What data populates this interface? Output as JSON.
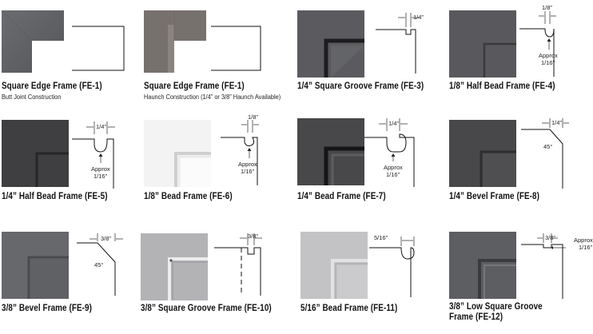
{
  "frames": [
    {
      "title": "Square Edge Frame (FE-1)",
      "subtitle": "Butt Joint Construction"
    },
    {
      "title": "Square Edge Frame (FE-1)",
      "subtitle": "Haunch Construction (1/4” or 3/8” Haunch Available)"
    },
    {
      "title": "1/4” Square Groove Frame (FE-3)",
      "dim": "1/4”"
    },
    {
      "title": "1/8” Half Bead Frame (FE-4)",
      "dim": "1/8”",
      "approx": "Approx",
      "approx_val": "1/16”"
    },
    {
      "title": "1/4” Half Bead Frame (FE-5)",
      "dim": "1/4”",
      "approx": "Approx",
      "approx_val": "1/16”"
    },
    {
      "title": "1/8” Bead Frame (FE-6)",
      "dim": "1/8”",
      "approx": "Approx",
      "approx_val": "1/16”"
    },
    {
      "title": "1/4” Bead Frame (FE-7)",
      "dim": "1/4”",
      "approx": "Approx",
      "approx_val": "1/16”"
    },
    {
      "title": "1/4” Bevel Frame (FE-8)",
      "dim": "1/4”",
      "angle": "45°"
    },
    {
      "title": "3/8” Bevel Frame (FE-9)",
      "dim": "3/8”",
      "angle": "45°"
    },
    {
      "title": "3/8” Square Groove Frame (FE-10)",
      "dim": "3/8”"
    },
    {
      "title": "5/16” Bead Frame (FE-11)",
      "dim": "5/16”"
    },
    {
      "title": "3/8” Low Square Groove Frame (FE-12)",
      "dim": "3/8”",
      "approx": "Approx",
      "approx_val": "1/16”"
    }
  ]
}
